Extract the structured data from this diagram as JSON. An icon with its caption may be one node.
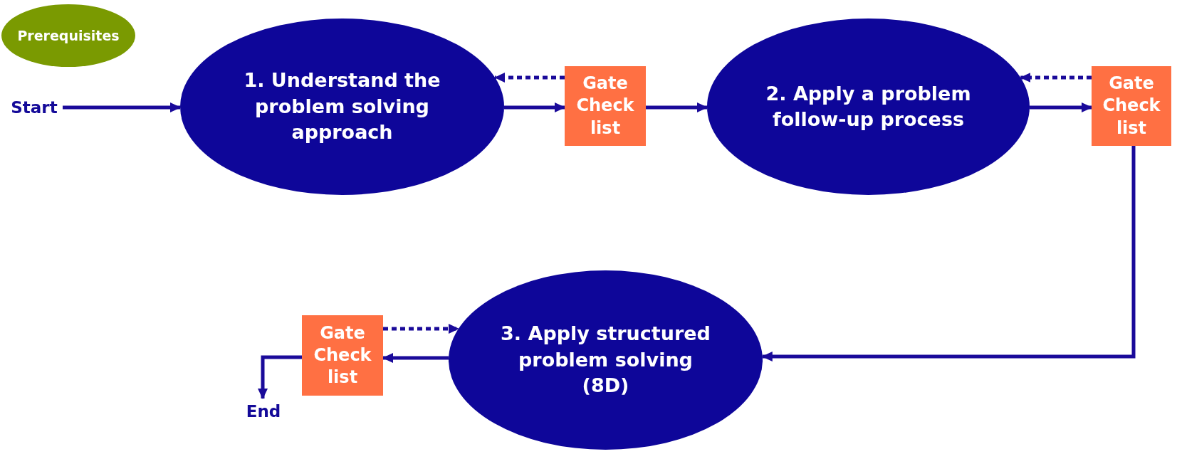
{
  "diagram": {
    "nodes": [
      {
        "text": [
          "Prerequisites"
        ]
      },
      {
        "text": [
          "Start"
        ]
      },
      {
        "text": [
          "1. Understand the problem solving approach"
        ]
      },
      {
        "text": [
          "Gate Check list"
        ]
      },
      {
        "text": [
          "2. Apply a problem follow-up process"
        ]
      },
      {
        "text": [
          "Gate Check list"
        ]
      },
      {
        "text": [
          "3. Apply structured problem solving (8D)"
        ]
      },
      {
        "text": [
          "Gate Check list"
        ]
      },
      {
        "text": [
          "End"
        ]
      }
    ],
    "edges": [
      {
        "from": 1,
        "to": 2,
        "arrow": "to"
      },
      {
        "from": 2,
        "to": 3,
        "arrow": "to"
      },
      {
        "from": 3,
        "to": 2,
        "arrow": "to",
        "style": "dashed"
      },
      {
        "from": 3,
        "to": 4,
        "arrow": "to"
      },
      {
        "from": 4,
        "to": 5,
        "arrow": "to"
      },
      {
        "from": 5,
        "to": 4,
        "arrow": "to",
        "style": "dashed"
      },
      {
        "from": 5,
        "to": 6,
        "arrow": "to"
      },
      {
        "from": 6,
        "to": 7,
        "arrow": "to"
      },
      {
        "from": 7,
        "to": 6,
        "arrow": "to",
        "style": "dashed"
      },
      {
        "from": 7,
        "to": 8,
        "arrow": "to"
      }
    ]
  }
}
